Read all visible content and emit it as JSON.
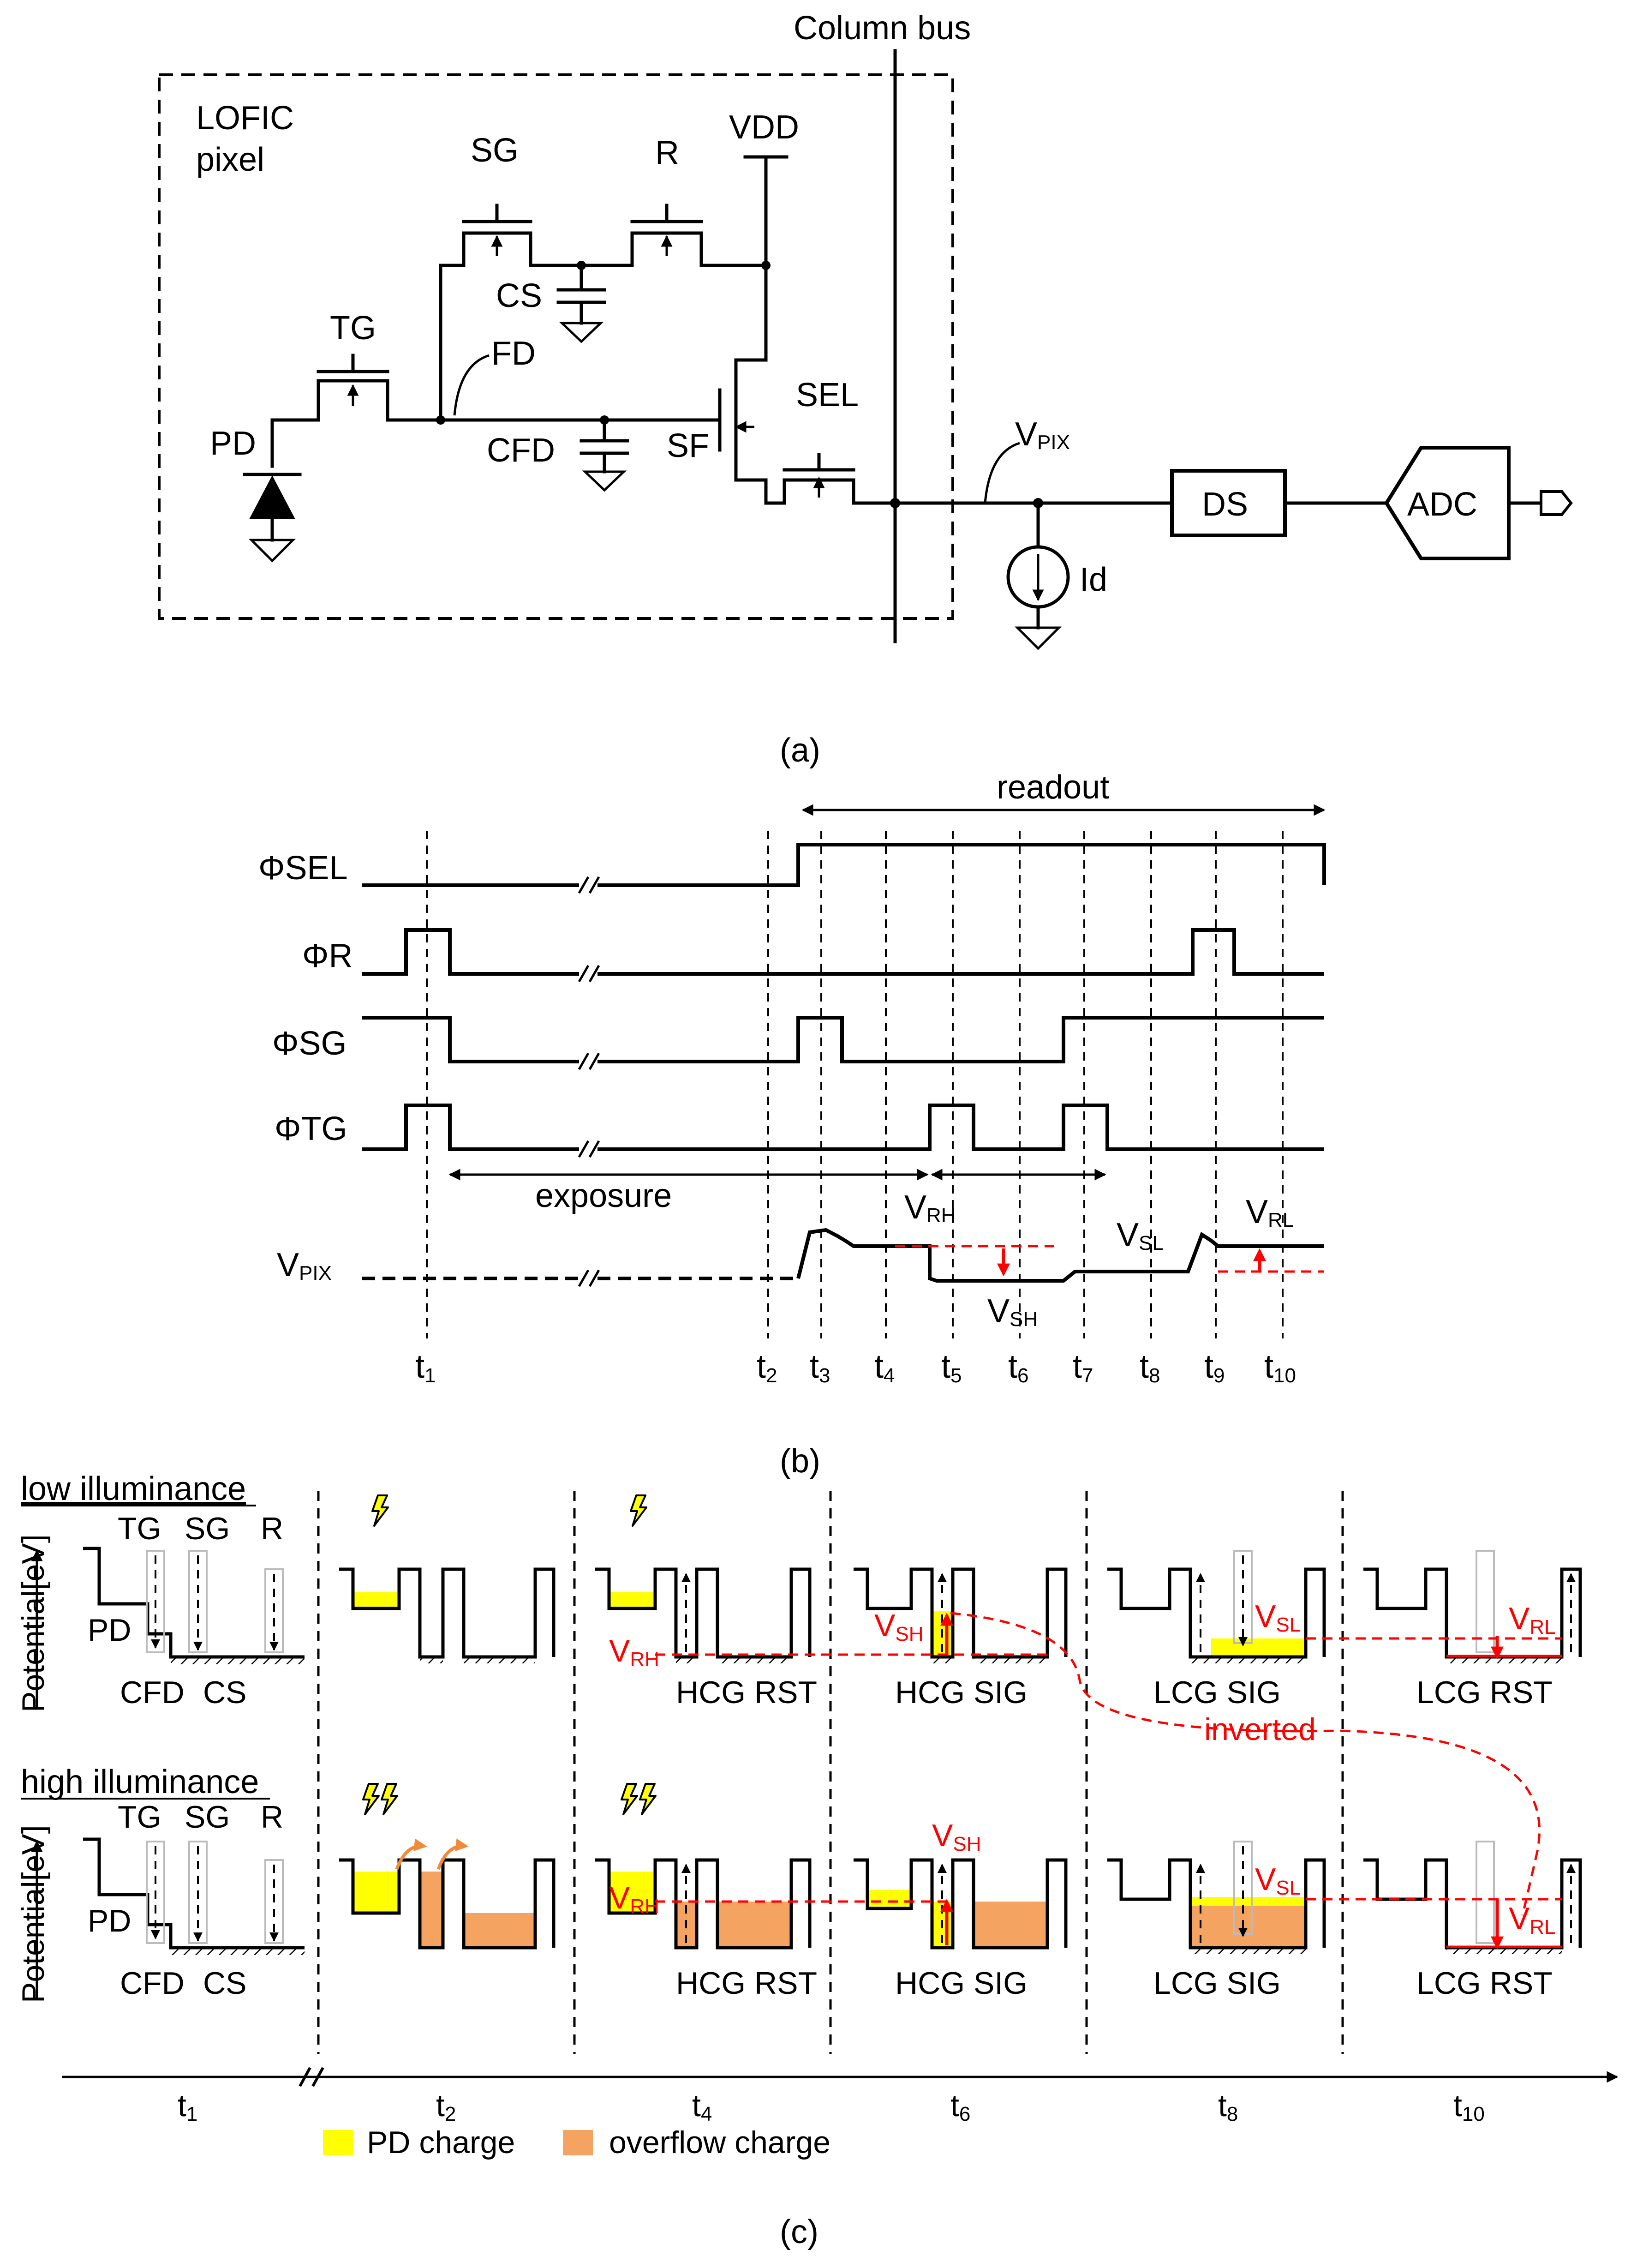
{
  "panel_a": {
    "caption": "(a)",
    "column_bus": "Column bus",
    "pixel_title_line1": "LOFIC",
    "pixel_title_line2": "pixel",
    "labels": {
      "sg": "SG",
      "r": "R",
      "vdd": "VDD",
      "cs": "CS",
      "tg": "TG",
      "fd": "FD",
      "cfd": "CFD",
      "sf": "SF",
      "sel": "SEL",
      "pd": "PD",
      "vpix_main": "V",
      "vpix_sub": "PIX",
      "ds": "DS",
      "adc": "ADC",
      "id": "Id"
    }
  },
  "panel_b": {
    "caption": "(b)",
    "readout": "readout",
    "exposure": "exposure",
    "signals": [
      "ΦSEL",
      "ΦR",
      "ΦSG",
      "ΦTG"
    ],
    "vpix_main": "V",
    "vpix_sub": "PIX",
    "times": [
      {
        "m": "t",
        "s": "1"
      },
      {
        "m": "t",
        "s": "2"
      },
      {
        "m": "t",
        "s": "3"
      },
      {
        "m": "t",
        "s": "4"
      },
      {
        "m": "t",
        "s": "5"
      },
      {
        "m": "t",
        "s": "6"
      },
      {
        "m": "t",
        "s": "7"
      },
      {
        "m": "t",
        "s": "8"
      },
      {
        "m": "t",
        "s": "9"
      },
      {
        "m": "t",
        "s": "10"
      }
    ],
    "levels": {
      "vrh_main": "V",
      "vrh_sub": "RH",
      "vsh_main": "V",
      "vsh_sub": "SH",
      "vsl_main": "V",
      "vsl_sub": "SL",
      "vrl_main": "V",
      "vrl_sub": "RL"
    }
  },
  "panel_c": {
    "caption": "(c)",
    "row_low": "low illuminance",
    "row_high": "high illuminance",
    "y_axis": "Potential[eV]",
    "gates": [
      "TG",
      "SG",
      "R"
    ],
    "pd": "PD",
    "cfd": "CFD",
    "cs": "CS",
    "phases": [
      "HCG RST",
      "HCG SIG",
      "LCG SIG",
      "LCG RST"
    ],
    "inverted": "inverted",
    "time_axis": [
      {
        "m": "t",
        "s": "1"
      },
      {
        "m": "t",
        "s": "2"
      },
      {
        "m": "t",
        "s": "4"
      },
      {
        "m": "t",
        "s": "6"
      },
      {
        "m": "t",
        "s": "8"
      },
      {
        "m": "t",
        "s": "10"
      }
    ],
    "legend": [
      "PD charge",
      "overflow charge"
    ],
    "colors": {
      "pd_charge": "#ffff00",
      "overflow_charge": "#f4a460",
      "annotation": "#ff0000",
      "arrow": "#f08a3c"
    }
  }
}
